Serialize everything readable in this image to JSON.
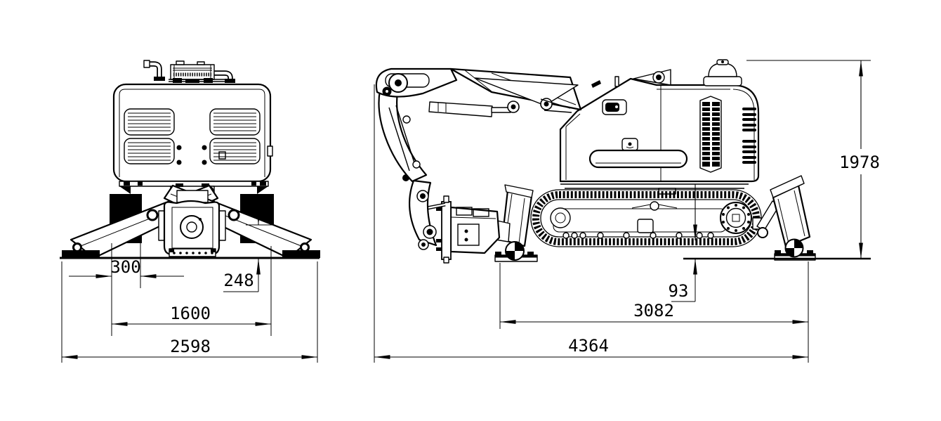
{
  "page": {
    "background": "#ffffff",
    "line_color": "#000000"
  },
  "drawing": {
    "type": "technical-dimension-drawing",
    "views": [
      "front",
      "side"
    ]
  },
  "dims": {
    "front": {
      "pad_width": "300",
      "clearance": "248",
      "track_gauge": "1600",
      "overall_width": "2598"
    },
    "side": {
      "overall_height": "1978",
      "track_ground_gap": "93",
      "support_span": "3082",
      "overall_length": "4364"
    }
  }
}
